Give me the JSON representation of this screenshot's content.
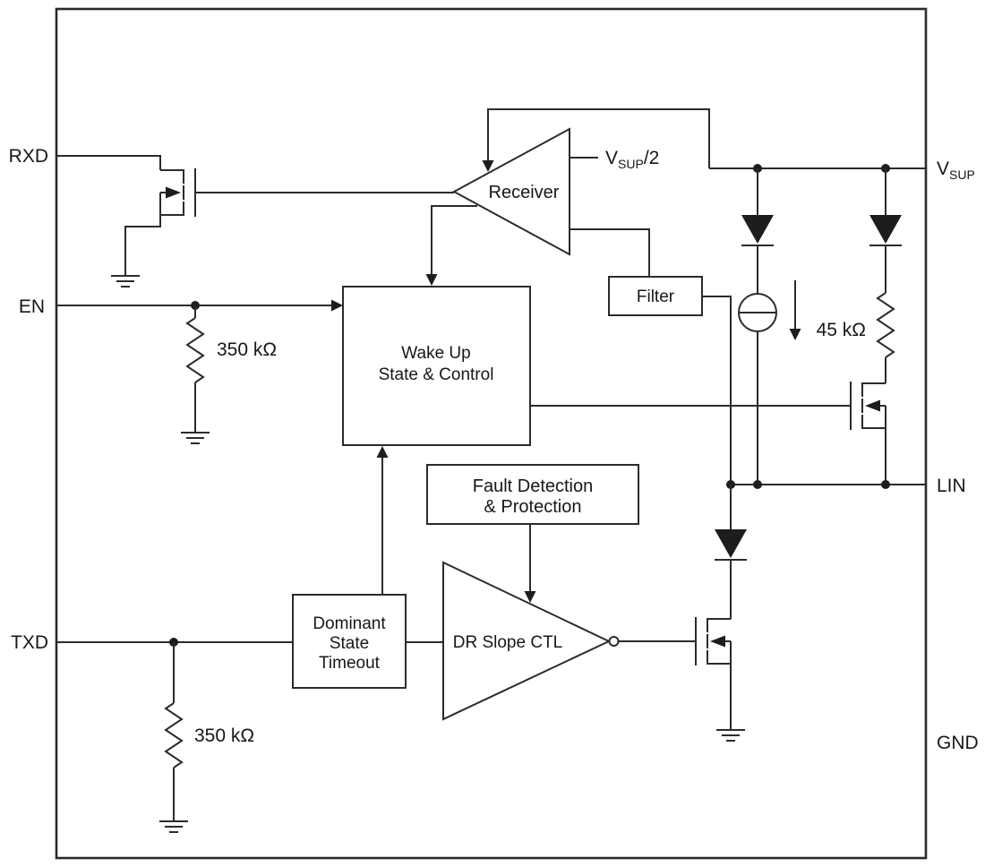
{
  "pins": {
    "rxd": "RXD",
    "en": "EN",
    "txd": "TXD",
    "vsup": {
      "main": "V",
      "sub": "SUP"
    },
    "lin": "LIN",
    "gnd": "GND"
  },
  "blocks": {
    "receiver": "Receiver",
    "wake_up": [
      "Wake Up",
      "State & Control"
    ],
    "filter": "Filter",
    "fault": [
      "Fault Detection",
      "& Protection"
    ],
    "dominant": [
      "Dominant",
      "State",
      "Timeout"
    ],
    "slope": "DR Slope CTL"
  },
  "labels": {
    "vsup_half": {
      "main": "V",
      "sub": "SUP",
      "rest": "/2"
    },
    "resistor_en": "350 kΩ",
    "resistor_txd": "350 kΩ",
    "resistor_lin": "45 kΩ"
  },
  "colors": {
    "line": "#2b2b2b",
    "text": "#17171a",
    "background": "#ffffff"
  }
}
